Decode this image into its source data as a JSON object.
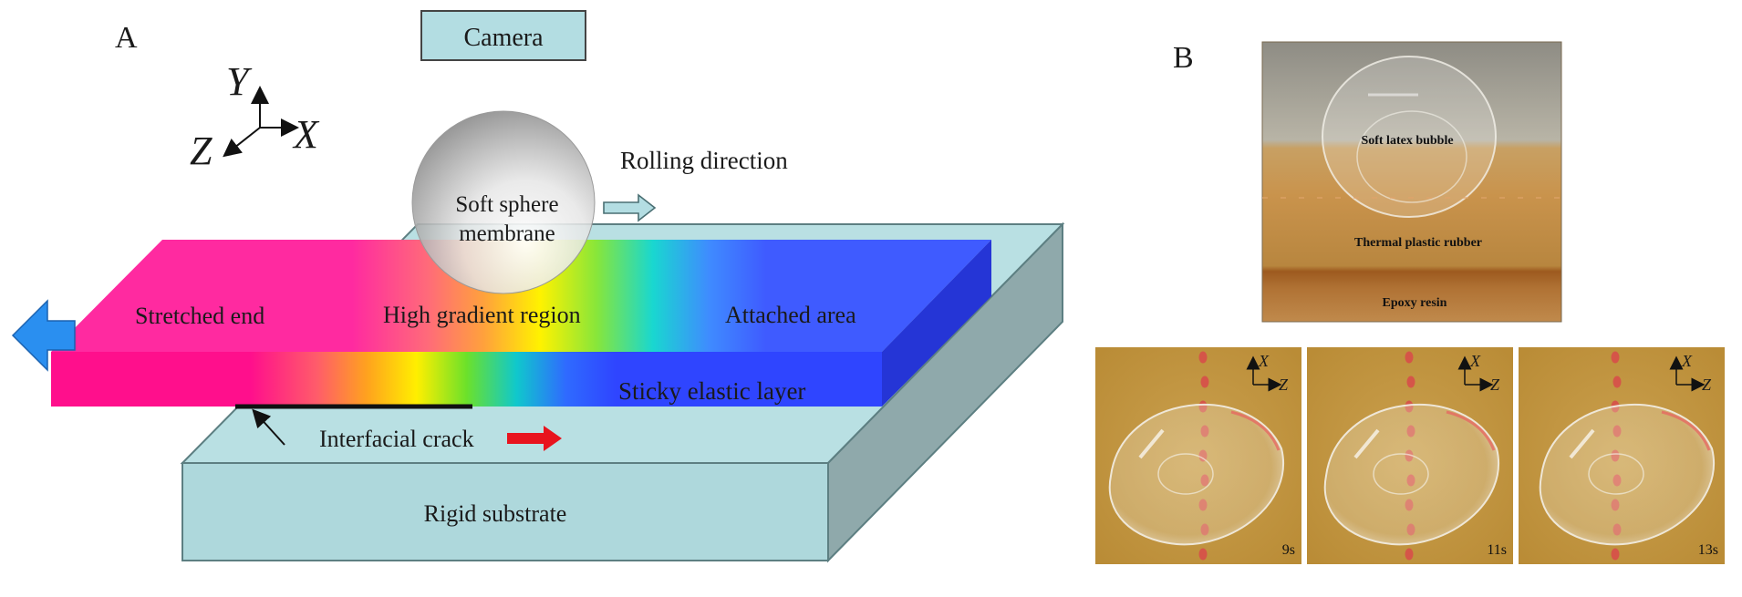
{
  "panel_a": {
    "label": "A",
    "camera_label": "Camera",
    "axes": {
      "y": "Y",
      "z": "Z",
      "x": "X"
    },
    "sphere_label_line1": "Soft sphere",
    "sphere_label_line2": "membrane",
    "rolling_direction": "Rolling direction",
    "stretched_end": "Stretched end",
    "high_gradient_region": "High gradient region",
    "attached_area": "Attached area",
    "sticky_elastic_layer": "Sticky elastic layer",
    "interfacial_crack": "Interfacial crack",
    "rigid_substrate": "Rigid substrate",
    "colors": {
      "substrate_top": "#b9e0e3",
      "substrate_front": "#aed8dc",
      "substrate_side": "#8fa9ab",
      "pink": "#ff2aa0",
      "blue": "#3f5bff",
      "arrow_blue": "#2a8ff0",
      "arrow_red": "#e8141e",
      "outline": "#5d7f82"
    }
  },
  "panel_b": {
    "label": "B",
    "photo_labels": [
      "Soft latex bubble",
      "Thermal plastic rubber",
      "Epoxy resin"
    ],
    "frames": [
      {
        "time": "9s",
        "axis_x": "X",
        "axis_z": "Z"
      },
      {
        "time": "11s",
        "axis_x": "X",
        "axis_z": "Z"
      },
      {
        "time": "13s",
        "axis_x": "X",
        "axis_z": "Z"
      }
    ]
  }
}
